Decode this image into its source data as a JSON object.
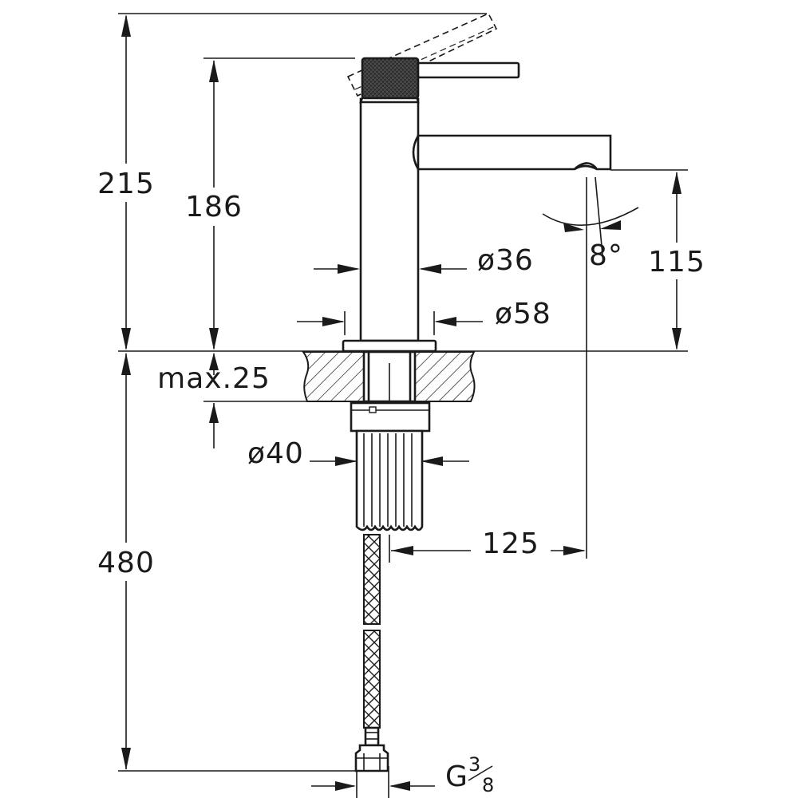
{
  "drawing": {
    "subject": "basin-mixer-technical-drawing",
    "dimensions": {
      "total_height": "215",
      "body_height": "186",
      "spout_height": "115",
      "body_diameter": "ø36",
      "base_diameter": "ø58",
      "shank_diameter": "ø40",
      "max_deck_thickness": "max.25",
      "spout_reach": "125",
      "hose_length": "480",
      "spout_angle": "8°",
      "connection_thread_prefix": "G",
      "connection_thread_num": "3",
      "connection_thread_den": "8"
    },
    "colors": {
      "line": "#1a1a1a",
      "knurl": "#2a2a2a",
      "background": "#ffffff"
    }
  }
}
